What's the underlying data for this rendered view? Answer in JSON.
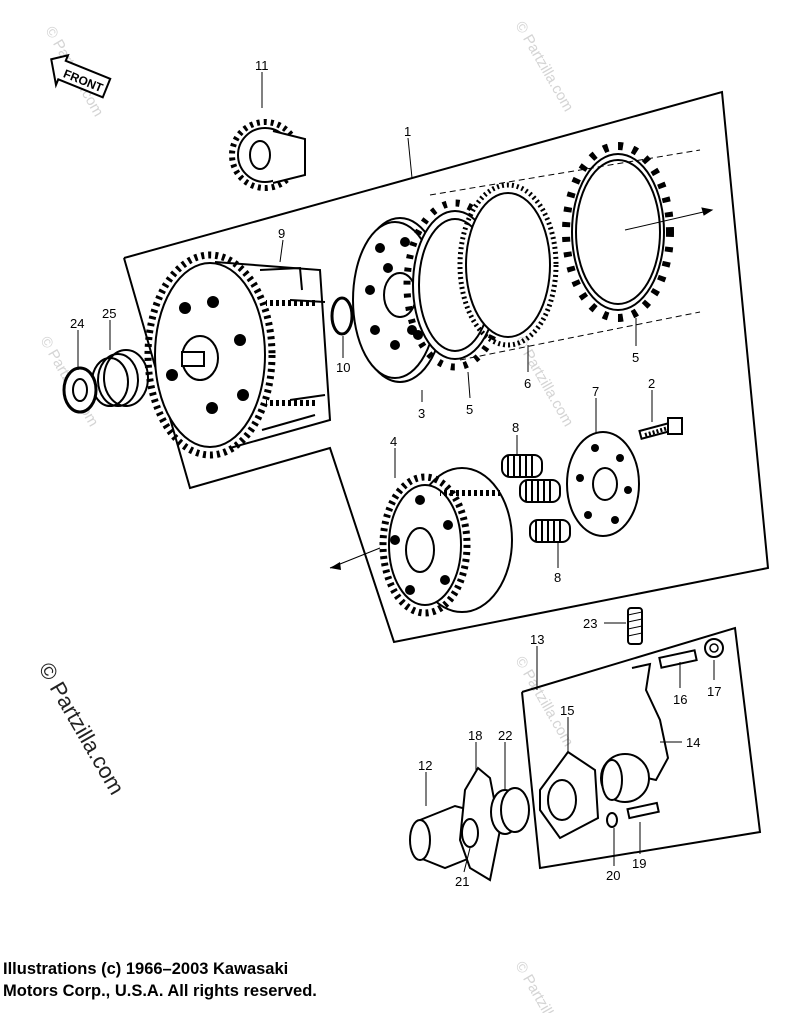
{
  "diagram": {
    "front_label": "FRONT",
    "callouts": [
      "1",
      "2",
      "3",
      "4",
      "5",
      "5",
      "6",
      "7",
      "8",
      "8",
      "9",
      "10",
      "11",
      "12",
      "13",
      "14",
      "15",
      "16",
      "17",
      "18",
      "19",
      "20",
      "21",
      "22",
      "23",
      "24",
      "25"
    ],
    "watermark": "© Partzilla.com"
  },
  "footer": {
    "line1": "Illustrations (c) 1966–2003 Kawasaki",
    "line2": "Motors Corp., U.S.A.  All rights reserved."
  }
}
